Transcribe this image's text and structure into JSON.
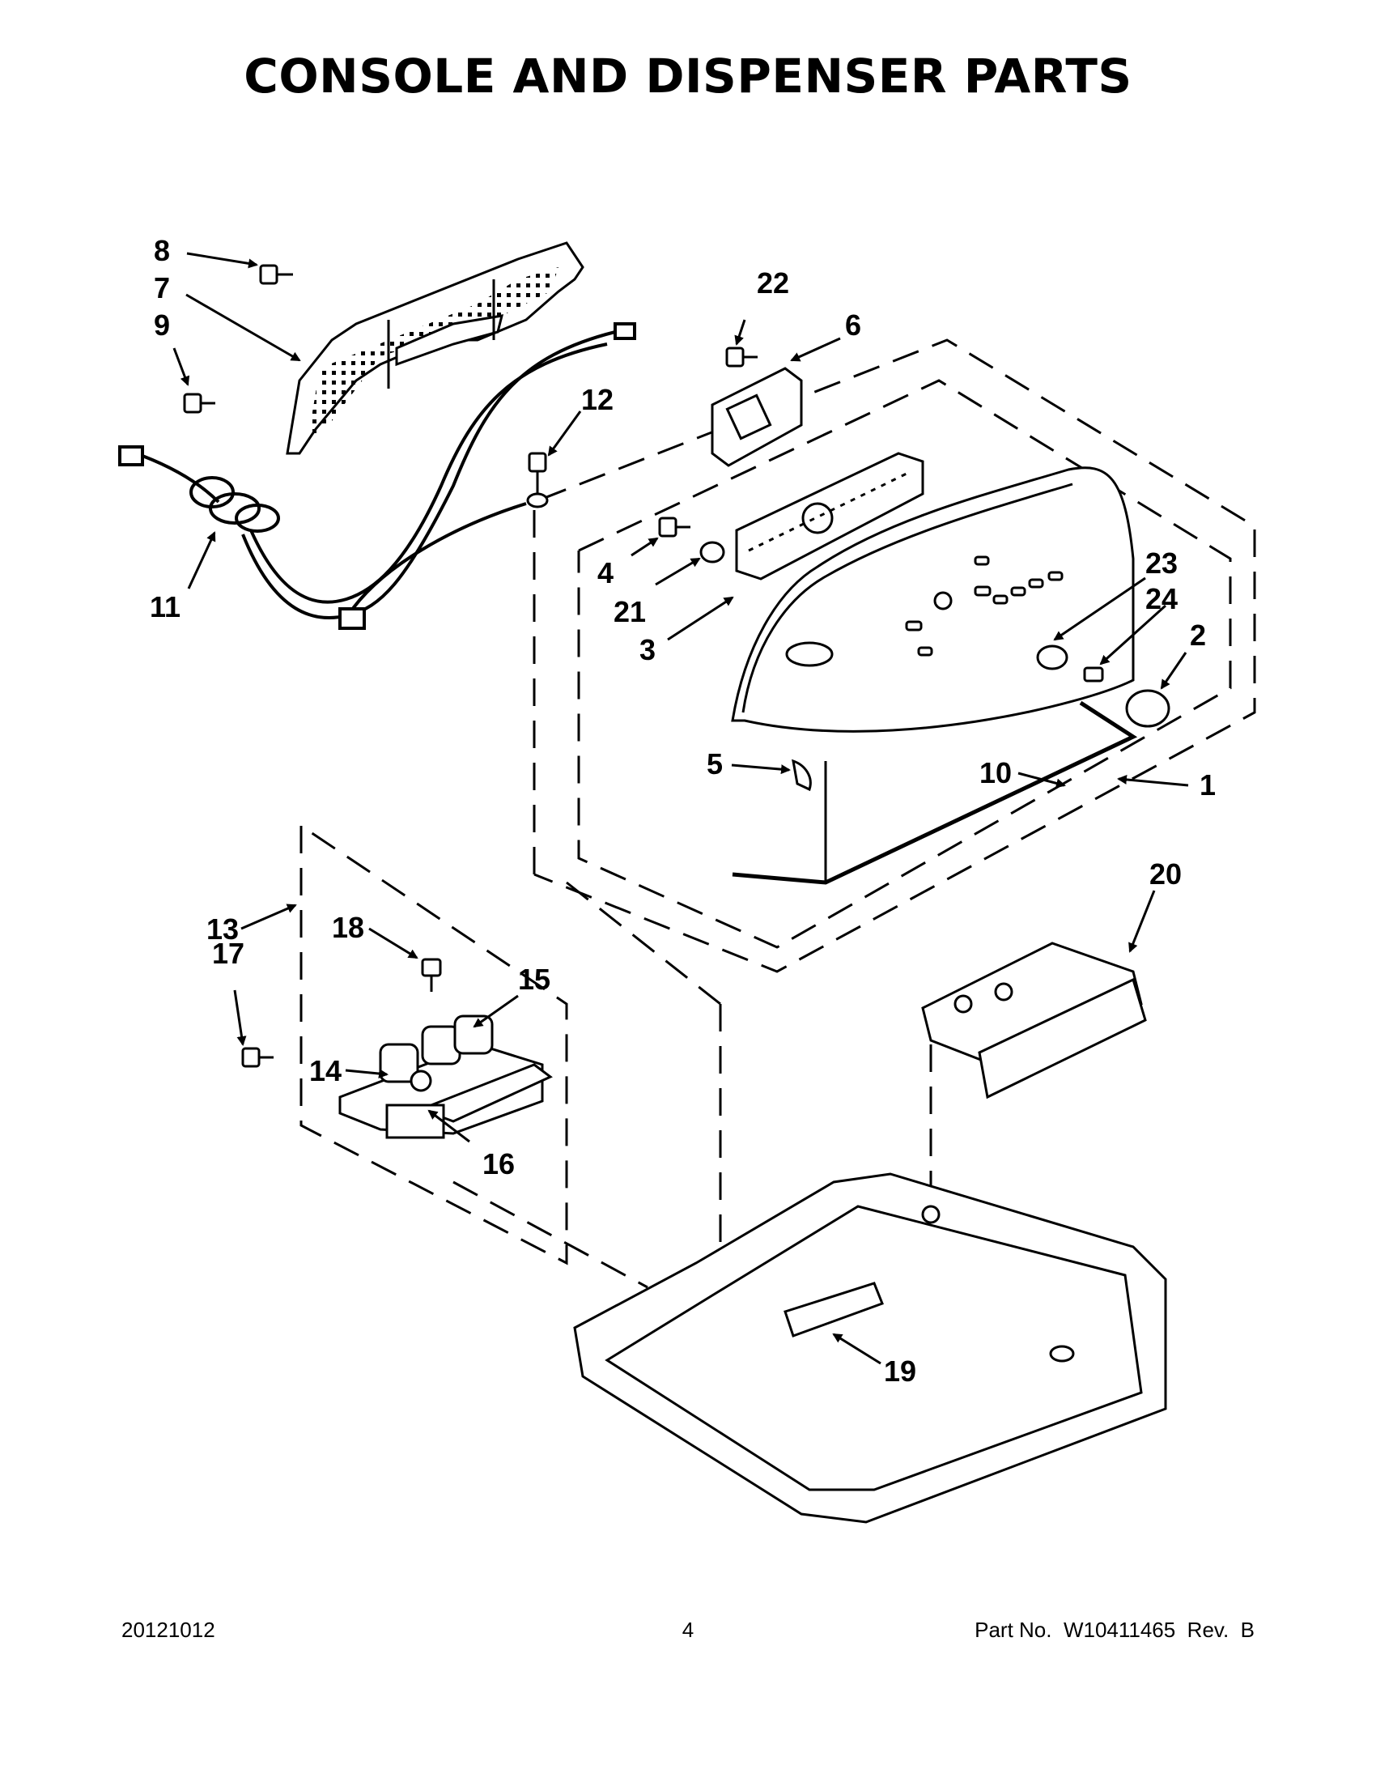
{
  "title": "CONSOLE AND DISPENSER PARTS",
  "callouts": {
    "c1": "1",
    "c2": "2",
    "c3": "3",
    "c4": "4",
    "c5": "5",
    "c6": "6",
    "c7": "7",
    "c8": "8",
    "c9": "9",
    "c10": "10",
    "c11": "11",
    "c12": "12",
    "c13": "13",
    "c14": "14",
    "c15": "15",
    "c16": "16",
    "c17": "17",
    "c18": "18",
    "c19": "19",
    "c20": "20",
    "c21": "21",
    "c22": "22",
    "c23": "23",
    "c24": "24"
  },
  "footer": {
    "date": "20121012",
    "page": "4",
    "part": "Part No.  W10411465  Rev.  B"
  },
  "colors": {
    "ink": "#000000",
    "paper": "#ffffff",
    "part_fill": "#ffffff"
  }
}
